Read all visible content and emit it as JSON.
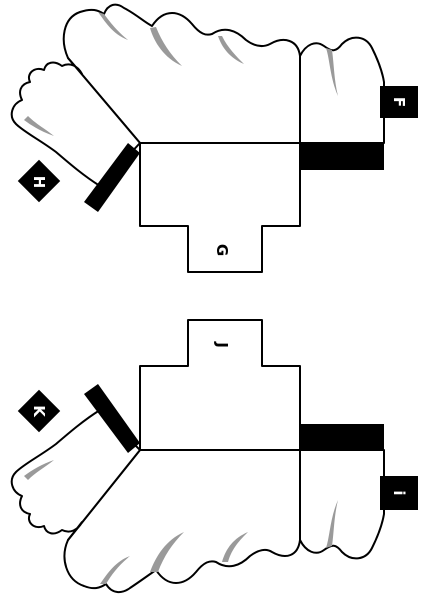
{
  "labels": {
    "F": "F",
    "G": "G",
    "H": "H",
    "I": "i",
    "J": "J",
    "K": "K"
  },
  "colors": {
    "outline": "#000000",
    "fill": "#ffffff",
    "shade": "#9a9a9a",
    "tag": "#000000",
    "tag_text": "#ffffff"
  }
}
